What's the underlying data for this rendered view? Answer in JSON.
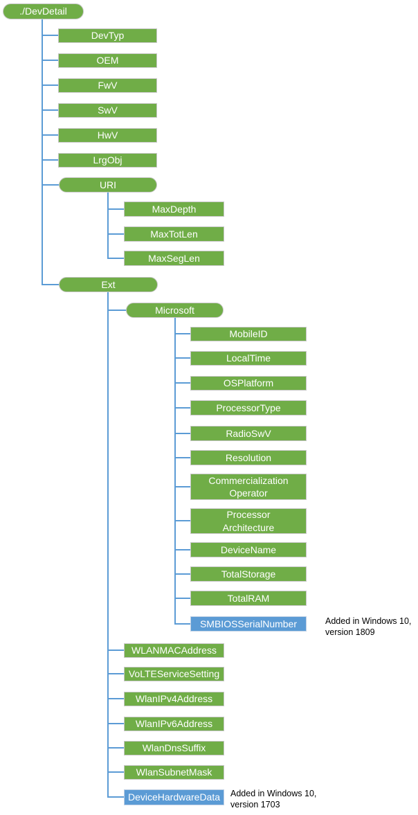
{
  "colors": {
    "node_green": "#70AD47",
    "node_blue": "#5B9BD5",
    "connector_blue": "#5B9BD5"
  },
  "tree": {
    "label": "./DevDetail",
    "children": [
      {
        "label": "DevTyp"
      },
      {
        "label": "OEM"
      },
      {
        "label": "FwV"
      },
      {
        "label": "SwV"
      },
      {
        "label": "HwV"
      },
      {
        "label": "LrgObj"
      },
      {
        "label": "URI",
        "children": [
          {
            "label": "MaxDepth"
          },
          {
            "label": "MaxTotLen"
          },
          {
            "label": "MaxSegLen"
          }
        ]
      },
      {
        "label": "Ext",
        "children": [
          {
            "label": "Microsoft",
            "children": [
              {
                "label": "MobileID"
              },
              {
                "label": "LocalTime"
              },
              {
                "label": "OSPlatform"
              },
              {
                "label": "ProcessorType"
              },
              {
                "label": "RadioSwV"
              },
              {
                "label": "Resolution"
              },
              {
                "label": "Commercialization\nOperator"
              },
              {
                "label": "Processor\nArchitecture"
              },
              {
                "label": "DeviceName"
              },
              {
                "label": "TotalStorage"
              },
              {
                "label": "TotalRAM"
              },
              {
                "label": "SMBIOSSerialNumber",
                "annotation": "Added in Windows 10,\nversion 1809"
              }
            ]
          },
          {
            "label": "WLANMACAddress"
          },
          {
            "label": "VoLTEServiceSetting"
          },
          {
            "label": "WlanIPv4Address"
          },
          {
            "label": "WlanIPv6Address"
          },
          {
            "label": "WlanDnsSuffix"
          },
          {
            "label": "WlanSubnetMask"
          },
          {
            "label": "DeviceHardwareData",
            "annotation": "Added in Windows 10,\nversion 1703"
          }
        ]
      }
    ]
  }
}
